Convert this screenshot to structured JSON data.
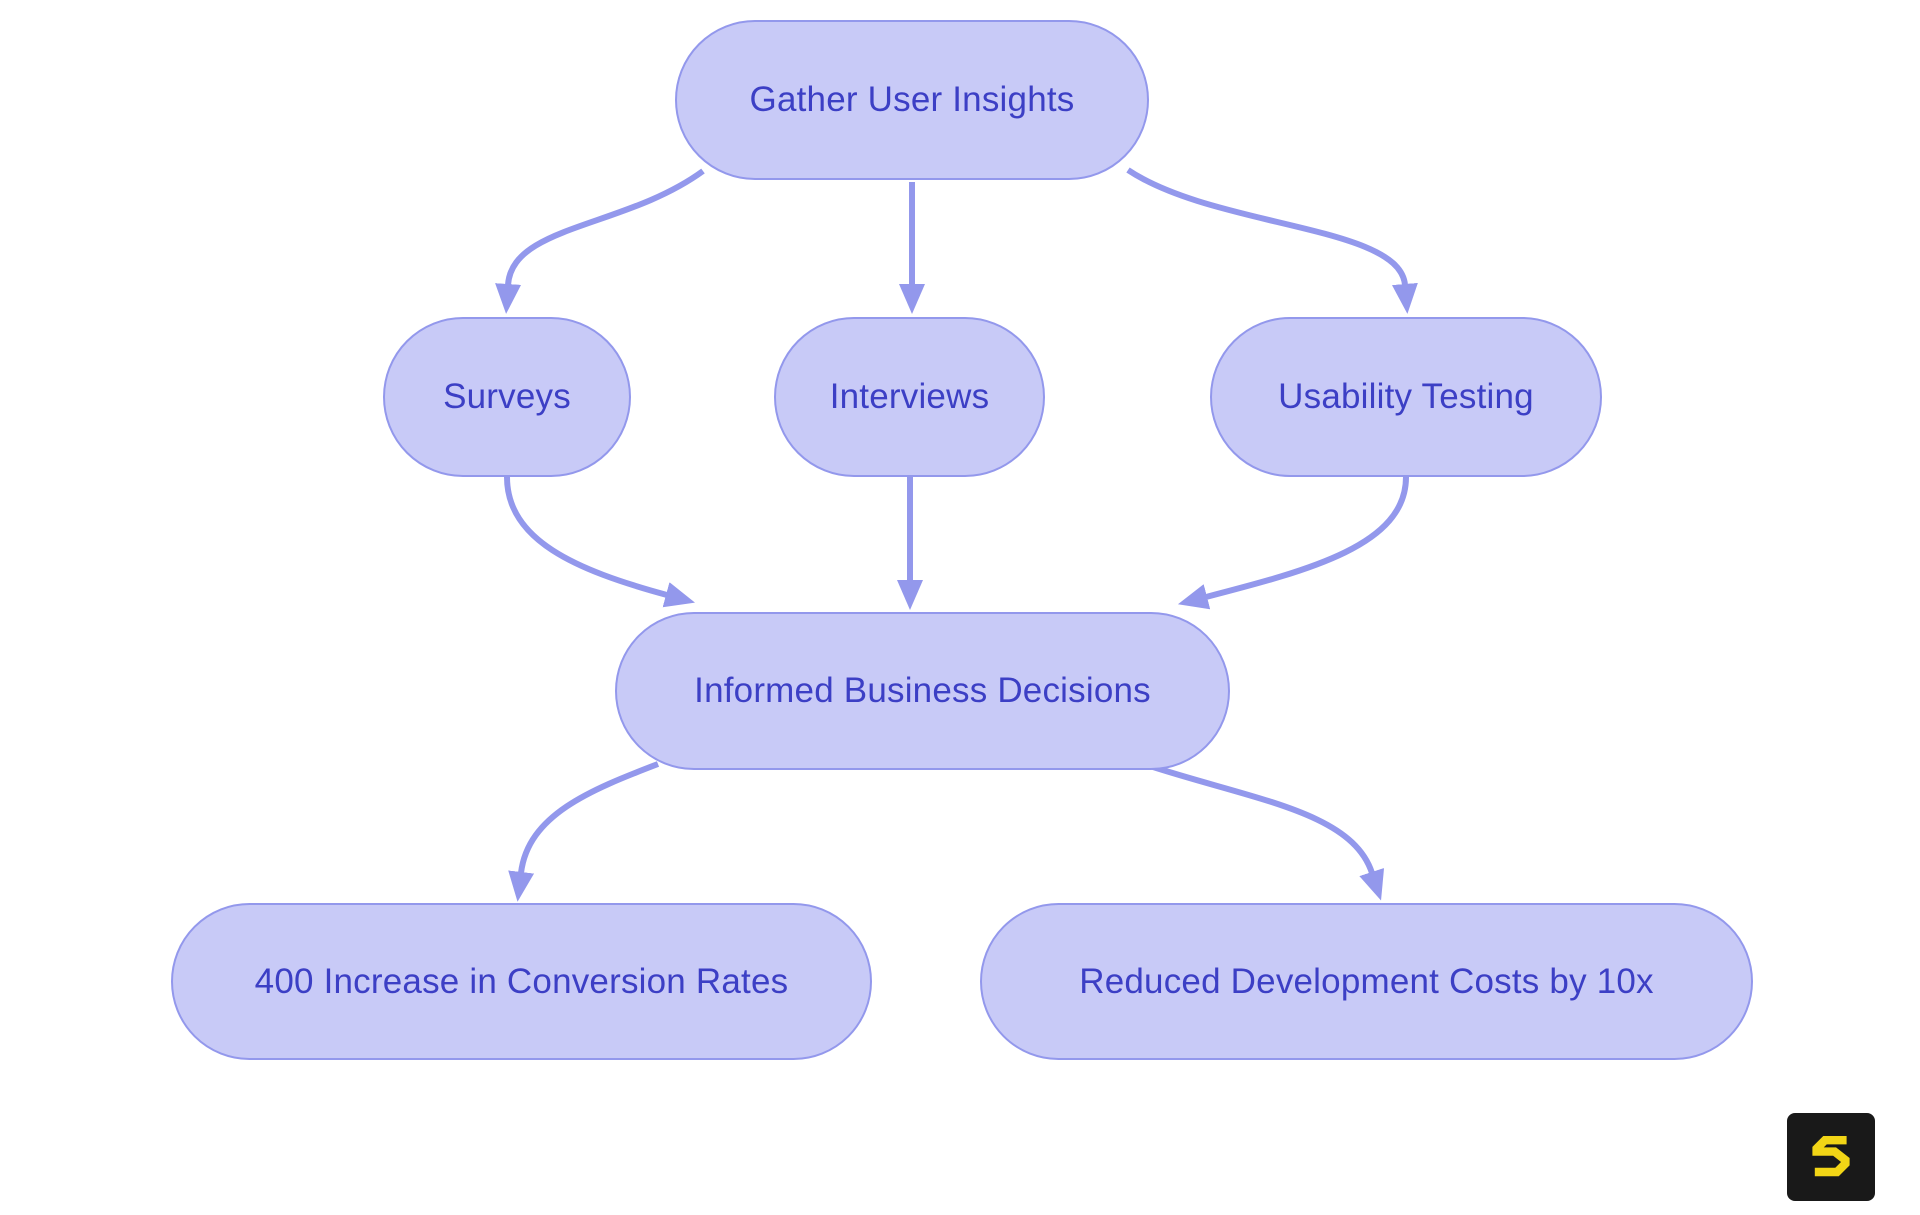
{
  "diagram": {
    "type": "flowchart",
    "nodes": [
      {
        "id": "gather",
        "label": "Gather User Insights"
      },
      {
        "id": "surveys",
        "label": "Surveys"
      },
      {
        "id": "interviews",
        "label": "Interviews"
      },
      {
        "id": "usability",
        "label": "Usability Testing"
      },
      {
        "id": "informed",
        "label": "Informed Business Decisions"
      },
      {
        "id": "conversion",
        "label": "400 Increase in Conversion Rates"
      },
      {
        "id": "costs",
        "label": "Reduced Development Costs by 10x"
      }
    ],
    "edges": [
      {
        "from": "gather",
        "to": "surveys"
      },
      {
        "from": "gather",
        "to": "interviews"
      },
      {
        "from": "gather",
        "to": "usability"
      },
      {
        "from": "surveys",
        "to": "informed"
      },
      {
        "from": "interviews",
        "to": "informed"
      },
      {
        "from": "usability",
        "to": "informed"
      },
      {
        "from": "informed",
        "to": "conversion"
      },
      {
        "from": "informed",
        "to": "costs"
      }
    ],
    "colors": {
      "background": "#ffffff",
      "node_fill": "#c8caf7",
      "node_border": "#9398ec",
      "node_text": "#3c3fc5",
      "edge": "#9398ec",
      "logo_background": "#191919",
      "logo_glyph": "#f2d516"
    }
  },
  "logo": {
    "glyph": "S"
  }
}
